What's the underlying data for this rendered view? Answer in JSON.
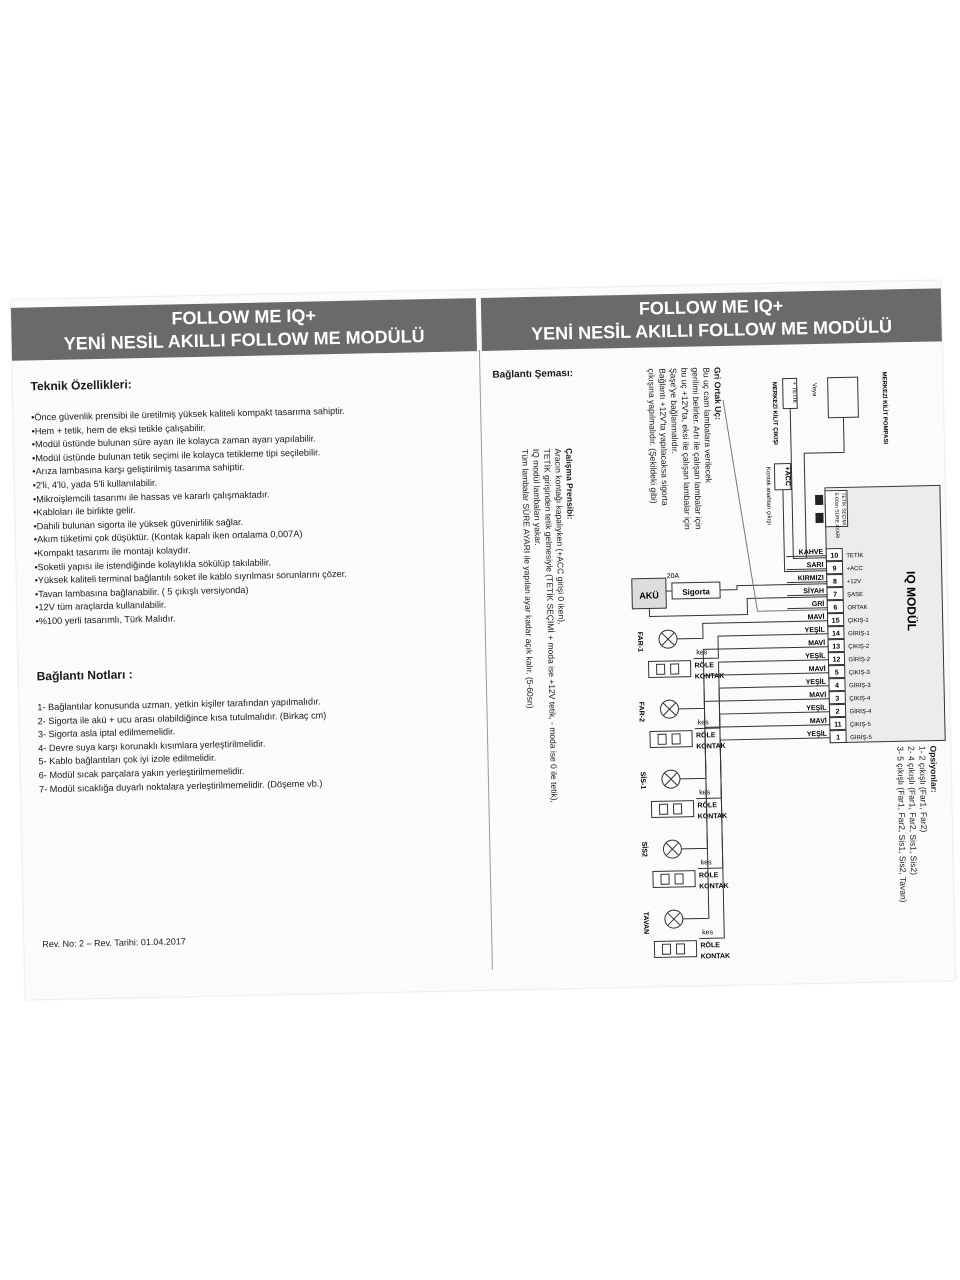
{
  "left": {
    "title1": "FOLLOW ME IQ+",
    "title2": "YENİ NESİL AKILLI FOLLOW ME MODÜLÜ",
    "features_heading": "Teknik Özellikleri:",
    "features": [
      "Önce güvenlik prensibi ile üretilmiş yüksek kaliteli kompakt tasarıma sahiptir.",
      "Hem + tetik, hem de eksi tetikle çalışabilir.",
      "Modül üstünde bulunan süre ayarı ile kolayca zaman ayarı yapılabilir.",
      "Modül üstünde bulunan tetik seçimi ile kolayca tetikleme tipi seçilebilir.",
      "Arıza lambasına karşı geliştirilmiş tasarıma sahiptir.",
      "2'li, 4'lü, yada 5'li kullanılabilir.",
      "Mikroişlemcili tasarımı ile hassas ve kararlı çalışmaktadır.",
      "Kabloları ile birlikte gelir.",
      "Dahili bulunan sigorta ile yüksek güvenirlilik sağlar.",
      "Akım tüketimi çok düşüktür. (Kontak kapalı iken ortalama 0,007A)",
      "Kompakt tasarımı ile montajı kolaydır.",
      "Soketli yapısı ile istendiğinde kolaylıkla sökülüp takılabilir.",
      "Yüksek kaliteli terminal bağlantılı soket ile kablo sıyrılması sorunlarını çözer.",
      "Tavan lambasına bağlanabilir. ( 5 çıkışlı versiyonda)",
      "12V tüm araçlarda kullanılabilir.",
      "%100 yerli tasarımlı, Türk Malıdır."
    ],
    "notes_heading": "Bağlantı Notları :",
    "notes": [
      "1- Bağlantılar konusunda uzman, yetkin kişiler tarafından yapılmalıdır.",
      "2- Sigorta ile akü + ucu arası olabildiğince kısa tutulmalıdır. (Birkaç cm)",
      "3- Sigorta asla iptal edilmemelidir.",
      "4- Devre suya karşı korunaklı kısımlara yerleştirilmelidir.",
      "5- Kablo bağlantıları çok iyi izole edilmelidir.",
      "6- Modül sıcak parçalara yakın yerleştirilmemelidir.",
      "7- Modül sıcaklığa duyarlı noktalara yerleştirilmemelidir. (Döşeme vb.)"
    ],
    "revision": "Rev. No: 2 – Rev. Tarihi: 01.04.2017"
  },
  "right": {
    "title1": "FOLLOW ME IQ+",
    "title2": "YENİ NESİL AKILLI FOLLOW ME MODÜLÜ",
    "schema_heading": "Bağlantı Şeması:",
    "module_label": "IQ MODÜL",
    "pins": [
      {
        "no": "10",
        "name": "TETİK",
        "wire": "KAHVE"
      },
      {
        "no": "9",
        "name": "+ACC",
        "wire": "SARI"
      },
      {
        "no": "8",
        "name": "+12V",
        "wire": "KIRMIZI"
      },
      {
        "no": "7",
        "name": "ŞASE",
        "wire": "SİYAH"
      },
      {
        "no": "6",
        "name": "ORTAK",
        "wire": "GRİ"
      },
      {
        "no": "15",
        "name": "ÇIKIŞ-1",
        "wire": "MAVİ"
      },
      {
        "no": "14",
        "name": "GİRİŞ-1",
        "wire": "YEŞİL"
      },
      {
        "no": "13",
        "name": "ÇIKIŞ-2",
        "wire": "MAVİ"
      },
      {
        "no": "12",
        "name": "GİRİŞ-2",
        "wire": "YEŞİL"
      },
      {
        "no": "5",
        "name": "ÇIKIŞ-3",
        "wire": "MAVİ"
      },
      {
        "no": "4",
        "name": "GİRİŞ-3",
        "wire": "YEŞİL"
      },
      {
        "no": "3",
        "name": "ÇIKIŞ-4",
        "wire": "MAVİ"
      },
      {
        "no": "2",
        "name": "GİRİŞ-4",
        "wire": "YEŞİL"
      },
      {
        "no": "11",
        "name": "ÇIKIŞ-5",
        "wire": "MAVİ"
      },
      {
        "no": "1",
        "name": "GİRİŞ-5",
        "wire": "YEŞİL"
      }
    ],
    "controls": [
      "5-60sn SÜRE AYARI",
      "TETİK SEÇİMİ"
    ],
    "merkezi_kilit_pompasi": "MERKEZİ KİLİT POMPASI",
    "veya": "Veya",
    "tetik_plus": "+ TETİK",
    "merkezi_kilit_cikisi": "MERKEZİ KİLİT ÇIKIŞI",
    "acc_label": "+ACC",
    "kontak_cikisi": "Kontak anahtarı çıkışı",
    "sigorta": "Sigorta",
    "sigorta_value": "20A",
    "aku": "AKÜ",
    "outputs": [
      "FAR-1",
      "FAR-2",
      "SİS-1",
      "SİS2",
      "TAVAN"
    ],
    "kes": "kes",
    "role": "RÖLE",
    "kontak": "KONTAK",
    "gri_ortak_title": "Gri Ortak Uç:",
    "gri_ortak_lines": [
      "Bu uç cam lambalara verilecek",
      "gerilimi belirler. Artı ile çalışan lambalar için",
      "bu uç +12V'ta, eksi ile çalışan lambalar için",
      "Şaşe'ye bağlanmalıdır.",
      "Bağlantı +12V'ta yapılacaksa sigorta",
      "çıkışına yapılmalıdır. (Şekildeki gibi)"
    ],
    "calisma_title": "Çalışma Prensibi:",
    "calisma_lines": [
      "Aracın kontağı kapalıyken (+ACC girişi 0 iken),",
      "TETİK girişinden tetik gelmesiyle (TETİK SEÇİMİ + moda ise +12V tetik, - moda ise 0 ile tetik),",
      "IQ modül lambaları yakar.",
      "Tüm lambalar SÜRE AYARI ile yapılan ayar kadar açık kalır. (5-60sn)"
    ],
    "options_title": "Opsiyonlar:",
    "options": [
      "1- 2 çıkışlı (Far1, Far2)",
      "2- 4 çıkışlı (Far1, Far2, Sis1, Sis2)",
      "3- 5 çıkışlı (Far1, Far2, Sis1, Sis2, Tavan)"
    ]
  }
}
